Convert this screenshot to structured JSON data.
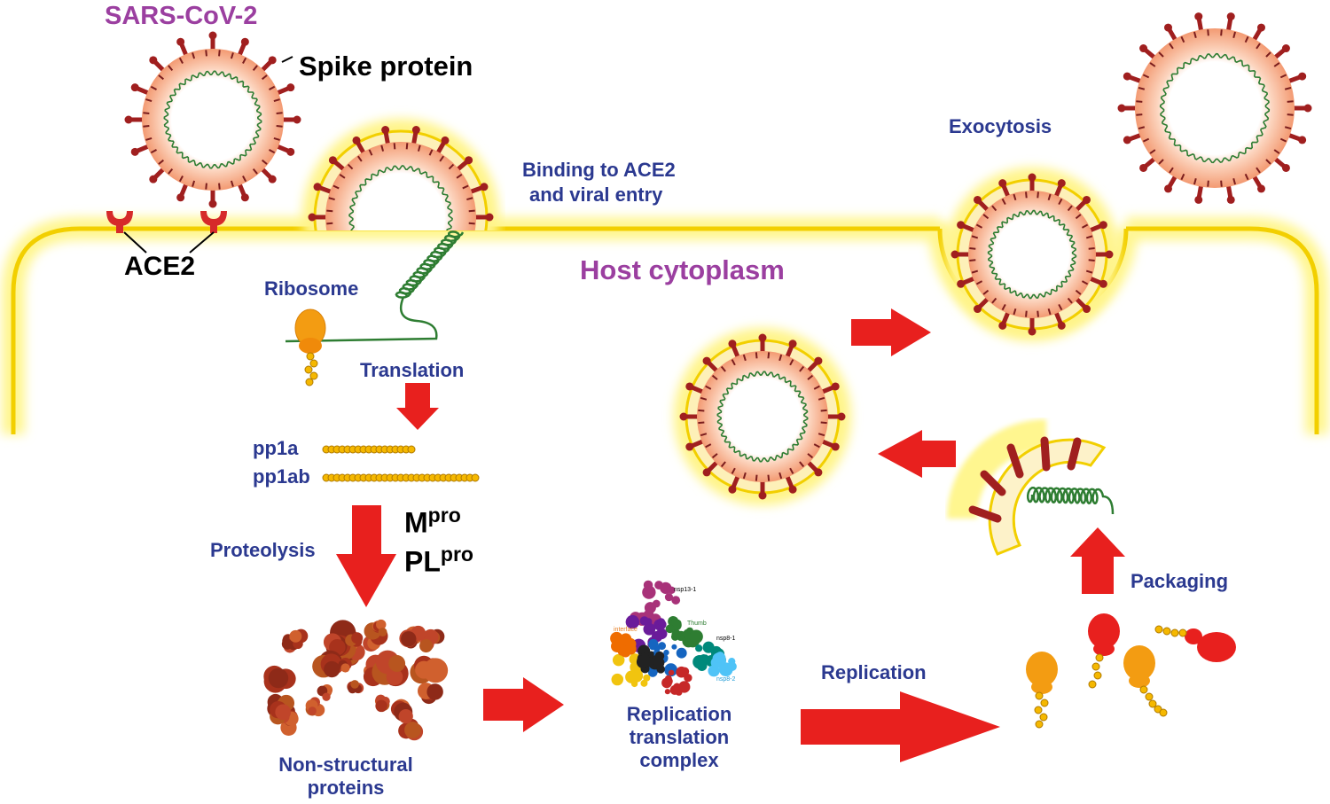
{
  "labels": {
    "virus_name": "SARS-CoV-2",
    "spike_protein": "Spike protein",
    "ace2": "ACE2",
    "binding_line1": "Binding to ACE2",
    "binding_line2": "and viral entry",
    "host_cytoplasm": "Host cytoplasm",
    "ribosome": "Ribosome",
    "translation": "Translation",
    "pp1a": "pp1a",
    "pp1ab": "pp1ab",
    "proteolysis": "Proteolysis",
    "mpro_base": "M",
    "mpro_sup": "pro",
    "plpro_base": "PL",
    "plpro_sup": "pro",
    "nonstructural_line1": "Non-structural",
    "nonstructural_line2": "proteins",
    "rtc_line1": "Replication",
    "rtc_line2": "translation",
    "rtc_line3": "complex",
    "replication": "Replication",
    "packaging": "Packaging",
    "exocytosis": "Exocytosis"
  },
  "complex_labels": [
    "nsp13-1",
    "Thumb",
    "nsp8-1",
    "interface",
    "nsp8-2"
  ],
  "colors": {
    "membrane": "#f5d800",
    "membrane_glow": "#fff27a",
    "arrow": "#e8201e",
    "spike": "#a01f1f",
    "virus_shell": "#f4a27a",
    "rna": "#2e7d32",
    "ribosome": "#f39c12",
    "label_blue": "#2b3990",
    "label_purple": "#9b3fa0"
  }
}
